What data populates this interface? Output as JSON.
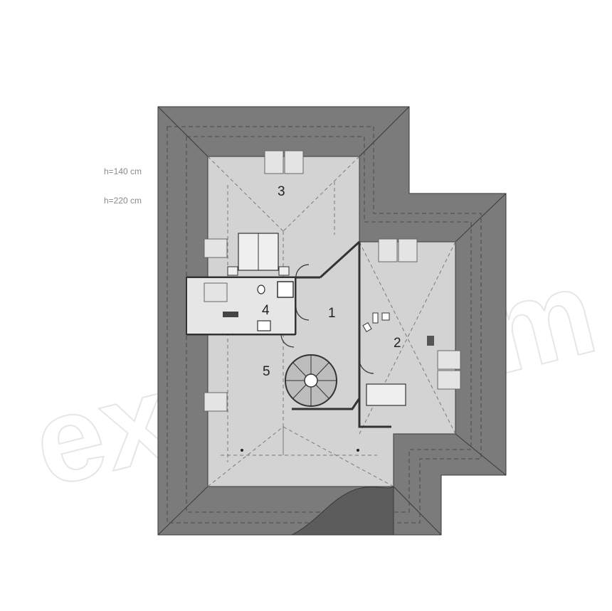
{
  "legend": {
    "h1": "h=140 cm",
    "h2": "h=220 cm"
  },
  "rooms": [
    {
      "number": "1"
    },
    {
      "number": "2"
    },
    {
      "number": "3"
    },
    {
      "number": "4"
    },
    {
      "number": "5"
    }
  ],
  "watermark": "extra.com",
  "colors": {
    "roof_dark": "#7a7a7a",
    "roof_light": "#d0d0d0",
    "room_fill": "#d7d7d7",
    "bath_fill": "#ececec",
    "wall": "#3a3a3a",
    "dash": "#4a4a4a"
  }
}
